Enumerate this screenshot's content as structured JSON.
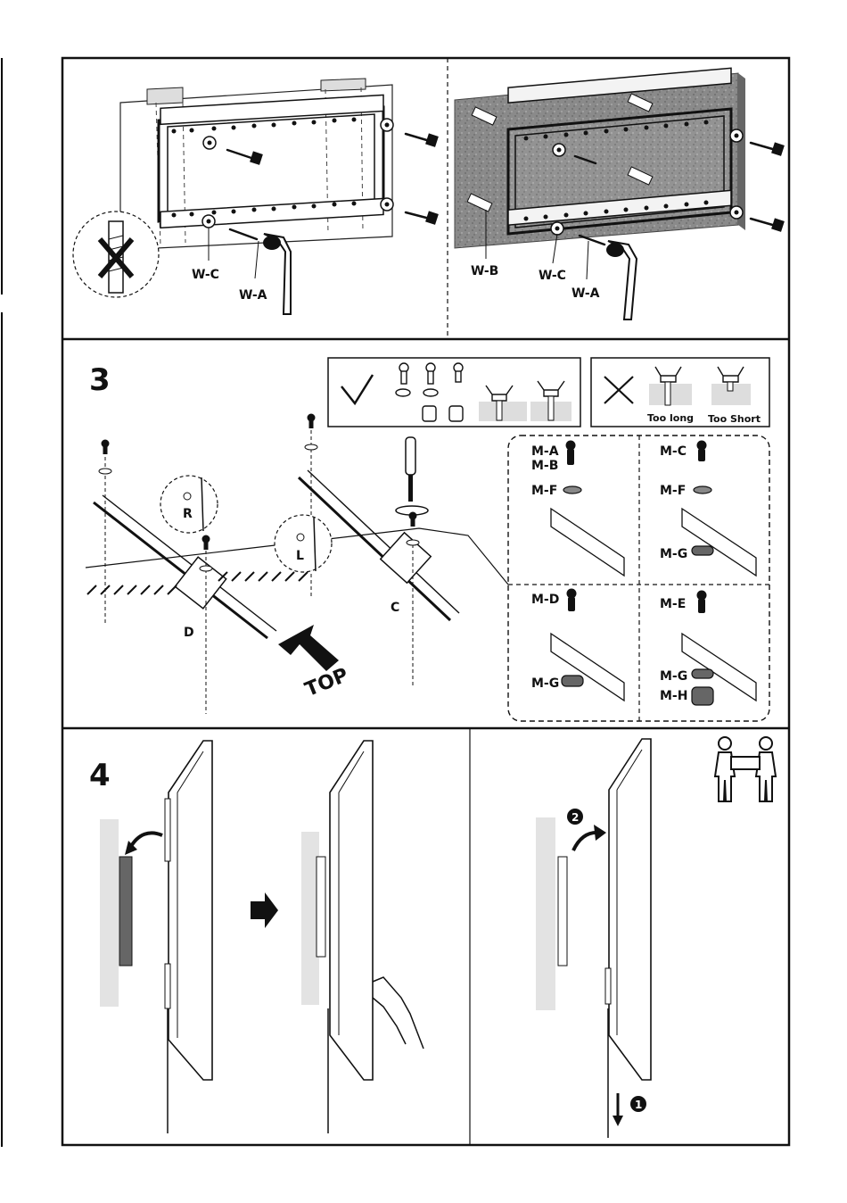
{
  "step1": {
    "left": {
      "wc": "W-C",
      "wa": "W-A"
    },
    "right": {
      "wb": "W-B",
      "wc": "W-C",
      "wa": "W-A"
    }
  },
  "step3": {
    "number": "3",
    "bad": {
      "too_long": "Too long",
      "too_short": "Too Short"
    },
    "labels": {
      "c": "C",
      "d": "D",
      "r": "R",
      "l": "L",
      "top": "TOP"
    },
    "hardware": {
      "ma": "M-A",
      "mb": "M-B",
      "mc": "M-C",
      "md": "M-D",
      "me": "M-E",
      "mf1": "M-F",
      "mf2": "M-F",
      "mg1": "M-G",
      "mg2": "M-G",
      "mg3": "M-G",
      "mh": "M-H"
    }
  },
  "step4": {
    "number": "4",
    "step_one": "1",
    "step_two": "2"
  }
}
